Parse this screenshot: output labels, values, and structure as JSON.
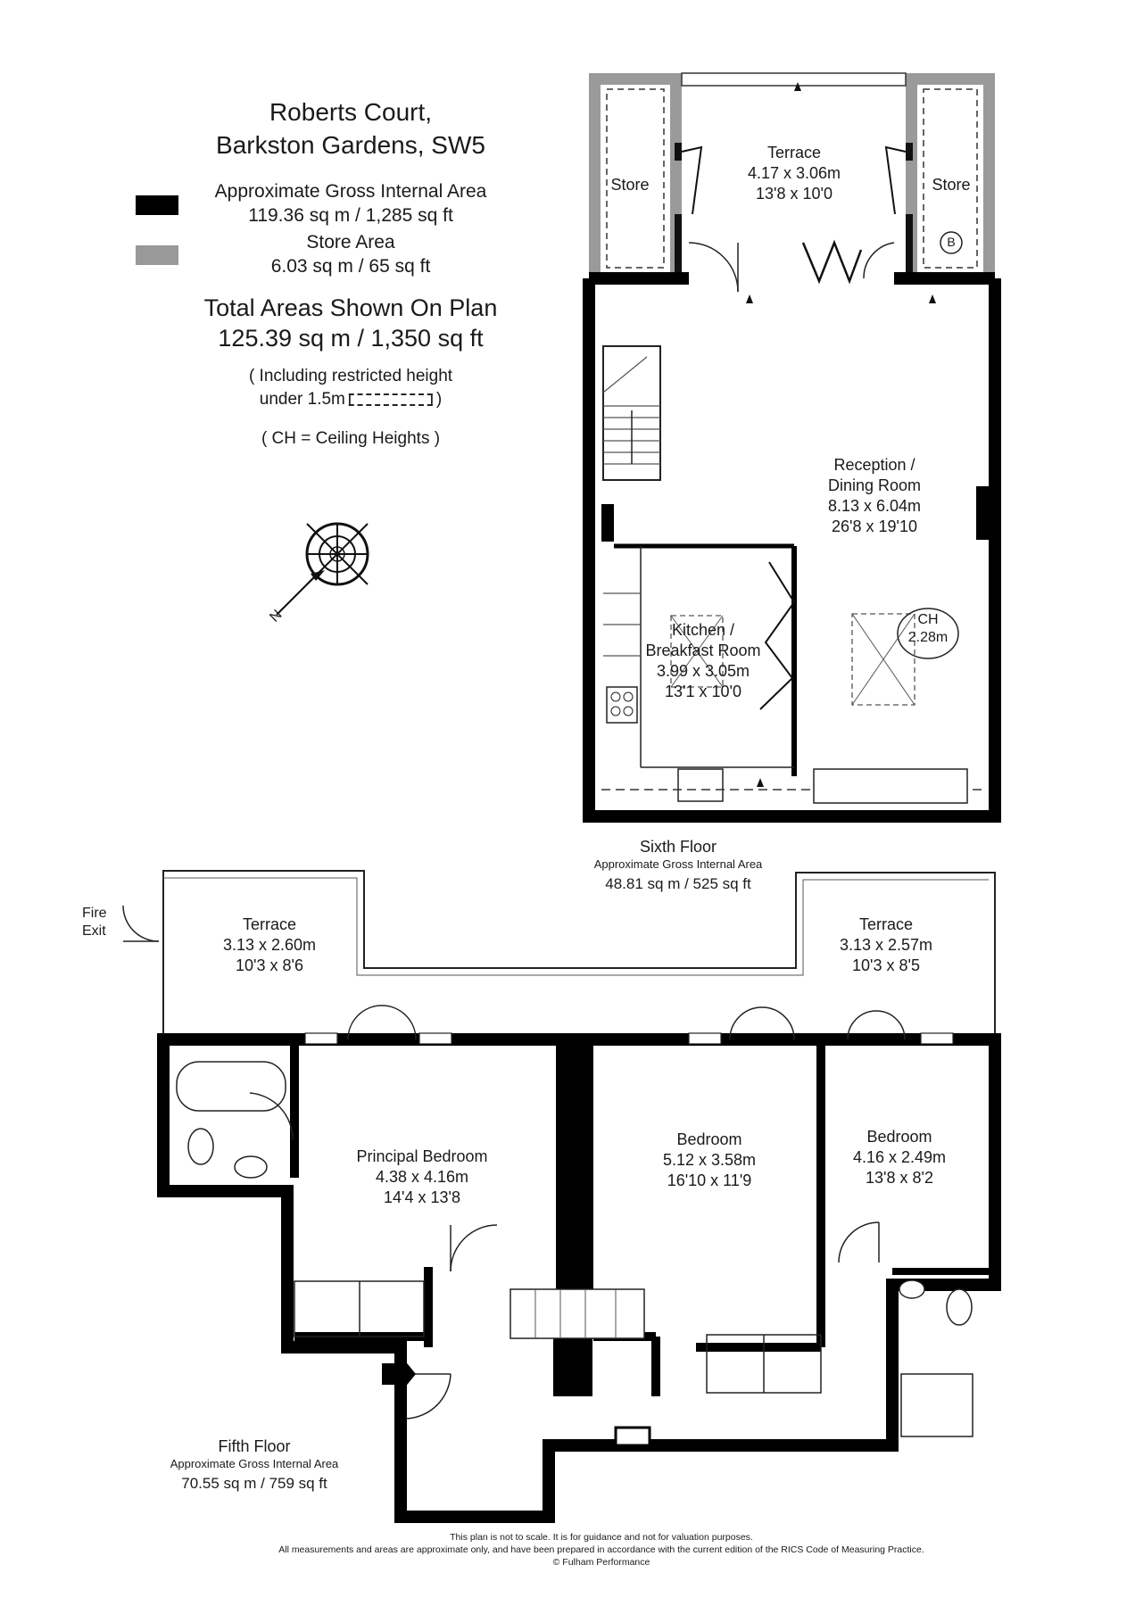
{
  "header": {
    "title_line1": "Roberts Court,",
    "title_line2": "Barkston Gardens, SW5"
  },
  "legend": {
    "gia_label": "Approximate Gross Internal Area",
    "gia_value": "119.36 sq m  /  1,285 sq ft",
    "gia_color": "#000000",
    "store_label": "Store Area",
    "store_value": "6.03 sq m  /  65 sq ft",
    "store_color": "#999999",
    "total_label": "Total Areas Shown On Plan",
    "total_value": "125.39 sq m  /  1,350 sq ft",
    "restricted_line1": "( Including restricted height",
    "restricted_line2_prefix": "under 1.5m",
    "restricted_line2_suffix": ")",
    "ch_note": "( CH = Ceiling Heights )"
  },
  "compass": {
    "north_label": "N"
  },
  "sixth_floor": {
    "title": "Sixth Floor",
    "area_label": "Approximate Gross Internal Area",
    "area_value": "48.81 sq m  /  525 sq ft",
    "rooms": {
      "terrace": {
        "name": "Terrace",
        "metric": "4.17 x 3.06m",
        "imperial": "13'8 x 10'0"
      },
      "store_left": {
        "name": "Store"
      },
      "store_right": {
        "name": "Store"
      },
      "boiler": {
        "name": "B"
      },
      "reception": {
        "name1": "Reception /",
        "name2": "Dining Room",
        "metric": "8.13 x 6.04m",
        "imperial": "26'8 x 19'10"
      },
      "kitchen": {
        "name1": "Kitchen /",
        "name2": "Breakfast Room",
        "metric": "3.99 x 3.05m",
        "imperial": "13'1 x 10'0"
      },
      "ceiling": {
        "label": "CH",
        "value": "2.28m"
      }
    }
  },
  "fifth_floor": {
    "title": "Fifth Floor",
    "area_label": "Approximate Gross Internal Area",
    "area_value": "70.55 sq m  /  759 sq ft",
    "fire_exit_1": "Fire",
    "fire_exit_2": "Exit",
    "rooms": {
      "terrace_left": {
        "name": "Terrace",
        "metric": "3.13 x 2.60m",
        "imperial": "10'3 x 8'6"
      },
      "terrace_right": {
        "name": "Terrace",
        "metric": "3.13 x 2.57m",
        "imperial": "10'3 x 8'5"
      },
      "principal": {
        "name": "Principal Bedroom",
        "metric": "4.38 x 4.16m",
        "imperial": "14'4 x 13'8"
      },
      "bedroom2": {
        "name": "Bedroom",
        "metric": "5.12 x 3.58m",
        "imperial": "16'10 x 11'9"
      },
      "bedroom3": {
        "name": "Bedroom",
        "metric": "4.16 x 2.49m",
        "imperial": "13'8 x 8'2"
      }
    }
  },
  "footer": {
    "line1": "This plan is not to scale. It is for guidance and not for valuation purposes.",
    "line2": "All measurements and areas are approximate only, and have been prepared in accordance with the current edition of the RICS Code of Measuring Practice.",
    "line3": "© Fulham Performance"
  }
}
